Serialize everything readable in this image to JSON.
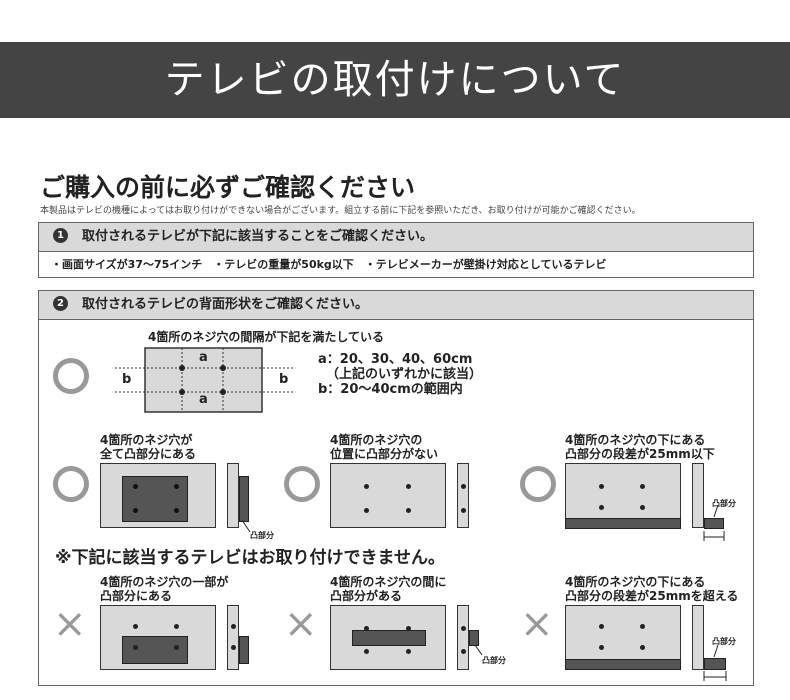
{
  "banner": {
    "title": "テレビの取付けについて"
  },
  "section": {
    "title": "ご購入の前に必ずご確認ください",
    "note": "本製品はテレビの機種によってはお取り付けができない場合がございます。組立する前に下記を参照いただき、お取り付けが可能かご確認ください。"
  },
  "box1": {
    "num": "1",
    "header": "取付されるテレビが下記に該当することをご確認ください。",
    "conditions": "・画面サイズが37〜75インチ　・テレビの重量が50kg以下　・テレビメーカーが壁掛け対応としているテレビ"
  },
  "box2": {
    "num": "2",
    "header": "取付されるテレビの背面形状をご確認ください。",
    "top_caption": "4箇所のネジ穴の間隔が下記を満たしている",
    "a_label": "a",
    "b_label": "b",
    "spec_a": "a：20、30、40、60cm",
    "spec_a_note": "（上記のいずれかに該当）",
    "spec_b": "b：20〜40cmの範囲内",
    "ok_marks": [
      "○",
      "○",
      "○",
      "○"
    ],
    "ok_captions": [
      [
        "4箇所のネジ穴が",
        "全て凸部分にある"
      ],
      [
        "4箇所のネジ穴の",
        "位置に凸部分がない"
      ],
      [
        "4箇所のネジ穴の下にある",
        "凸部分の段差が25mm以下"
      ]
    ],
    "warning": "※下記に該当するテレビはお取り付けできません。",
    "ng_marks": [
      "×",
      "×",
      "×"
    ],
    "ng_captions": [
      [
        "4箇所のネジ穴の一部が",
        "凸部分にある"
      ],
      [
        "4箇所のネジ穴の間に",
        "凸部分がある"
      ],
      [
        "4箇所のネジ穴の下にある",
        "凸部分の段差が25mmを超える"
      ]
    ],
    "bump_label": "凸部分"
  }
}
